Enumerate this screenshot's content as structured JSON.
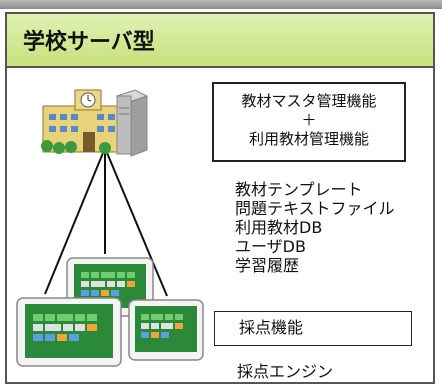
{
  "header": {
    "title": "学校サーバ型"
  },
  "diagram": {
    "server_icon": "school-building-with-server-icon",
    "client_icon": "tablet-icon",
    "server_box": {
      "line1": "教材マスタ管理機能",
      "plus": "＋",
      "line2": "利用教材管理機能"
    },
    "data_list": [
      "教材テンプレート",
      "問題テキストファイル",
      "利用教材DB",
      "ユーザDB",
      "学習履歴"
    ],
    "client_box": {
      "label": "採点機能"
    },
    "client_engine": "採点エンジン"
  },
  "colors": {
    "header_top": "#e0f1b3",
    "header_bottom": "#c8e07c",
    "border": "#555555",
    "tablet_screen": "#2a8a3a"
  }
}
